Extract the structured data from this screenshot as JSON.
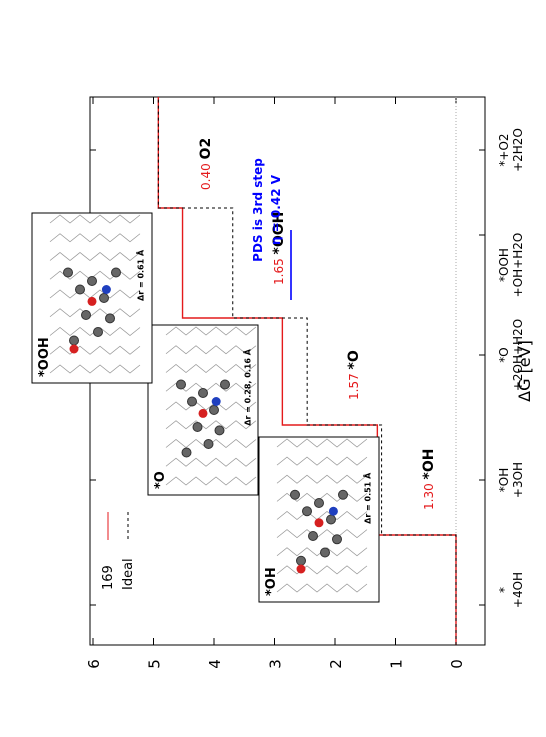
{
  "chart_data": {
    "type": "line",
    "ylabel": "ΔG [eV]",
    "yticks": [
      "0",
      "1",
      "2",
      "3",
      "4",
      "5",
      "6"
    ],
    "ylim": [
      -0.3,
      6.2
    ],
    "grid": false,
    "states": [
      {
        "top": "*",
        "bottom": "+4OH"
      },
      {
        "top": "*OH",
        "bottom": "+3OH"
      },
      {
        "top": "*O",
        "bottom": "+2OH+H2O"
      },
      {
        "top": "*OOH",
        "bottom": "+OH+H2O"
      },
      {
        "top": "*+O2",
        "bottom": "+2H2O"
      }
    ],
    "series": [
      {
        "name": "169",
        "color": "#e41a1c",
        "style": "solid",
        "values": [
          0,
          1.3,
          2.87,
          4.52,
          4.92
        ]
      },
      {
        "name": "Ideal",
        "color": "#000000",
        "style": "dashed",
        "values": [
          0,
          1.23,
          2.46,
          3.69,
          4.92
        ]
      }
    ],
    "step_labels": [
      {
        "value": "1.30",
        "species": "*OH"
      },
      {
        "value": "1.57",
        "species": "*O"
      },
      {
        "value": "1.65",
        "species": "*OOH"
      },
      {
        "value": "0.40",
        "species": "O2"
      }
    ],
    "annotation": {
      "line1": "PDS is 3rd step",
      "line2": "η = 0.42 V",
      "color": "#0000ff"
    },
    "insets": [
      {
        "label": "*OH",
        "dr": "Δr = 0.51 Å",
        "step": 1
      },
      {
        "label": "*O",
        "dr": "Δr = 0.28, 0.16 Å",
        "step": 2
      },
      {
        "label": "*OOH",
        "dr": "Δr = 0.61 Å",
        "step": 3
      }
    ]
  }
}
